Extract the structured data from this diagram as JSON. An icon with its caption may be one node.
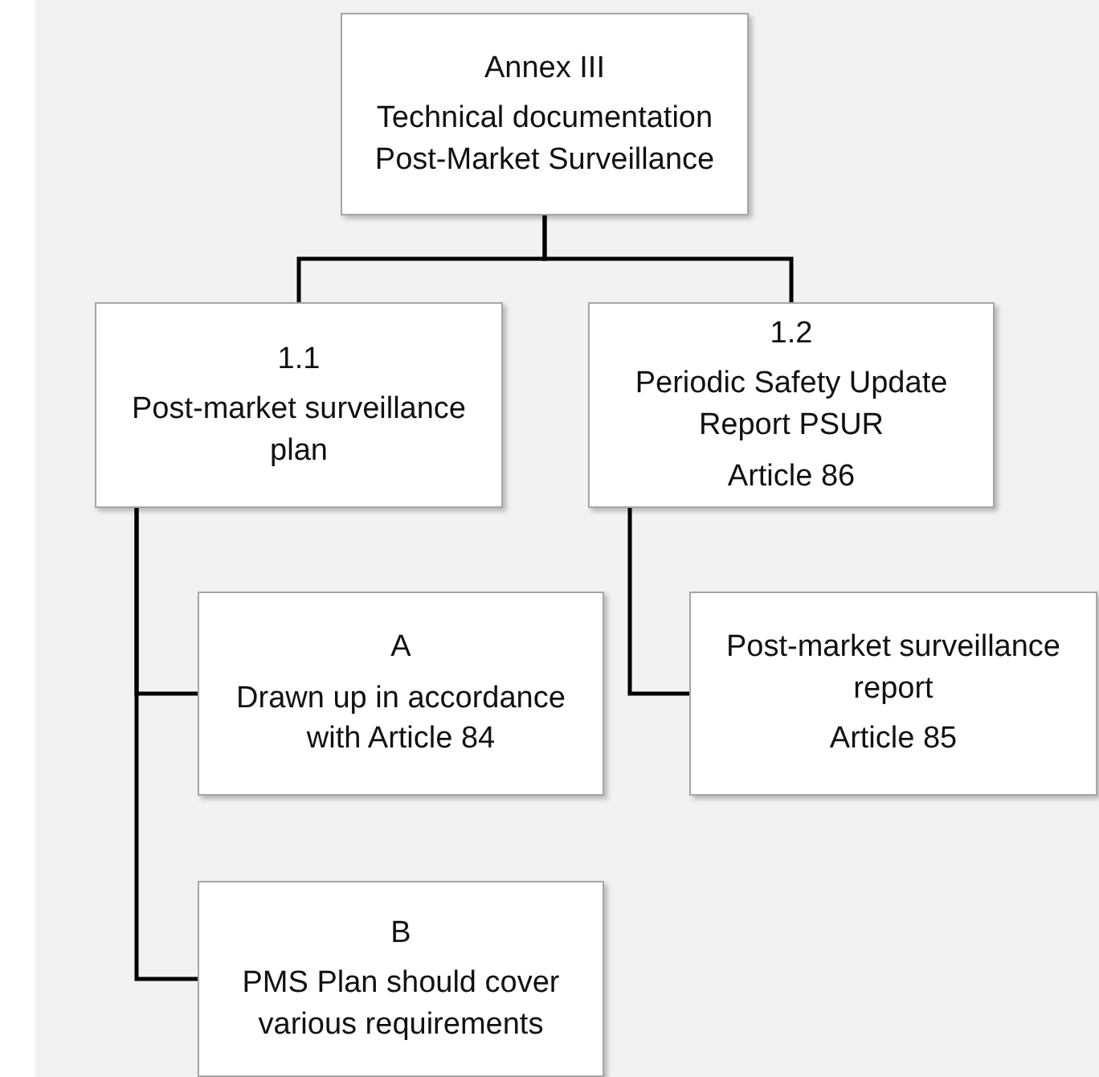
{
  "diagram": {
    "nodes": [
      {
        "text": [
          "Annex III",
          "Technical documentation Post-Market Surveillance"
        ]
      },
      {
        "text": [
          "1.1",
          "Post-market surveillance plan"
        ]
      },
      {
        "text": [
          "1.2",
          "Periodic Safety Update Report PSUR",
          "Article 86"
        ]
      },
      {
        "text": [
          "A",
          "Drawn up in accordance with Article 84"
        ]
      },
      {
        "text": [
          "Post-market surveillance report",
          "Article 85"
        ]
      },
      {
        "text": [
          "B",
          "PMS Plan should cover various requirements"
        ]
      }
    ],
    "edges": [
      {
        "from": 0,
        "to": 1,
        "arrow": "none"
      },
      {
        "from": 0,
        "to": 2,
        "arrow": "none"
      },
      {
        "from": 1,
        "to": 3,
        "arrow": "none"
      },
      {
        "from": 1,
        "to": 5,
        "arrow": "none"
      },
      {
        "from": 2,
        "to": 4,
        "arrow": "none"
      }
    ]
  }
}
